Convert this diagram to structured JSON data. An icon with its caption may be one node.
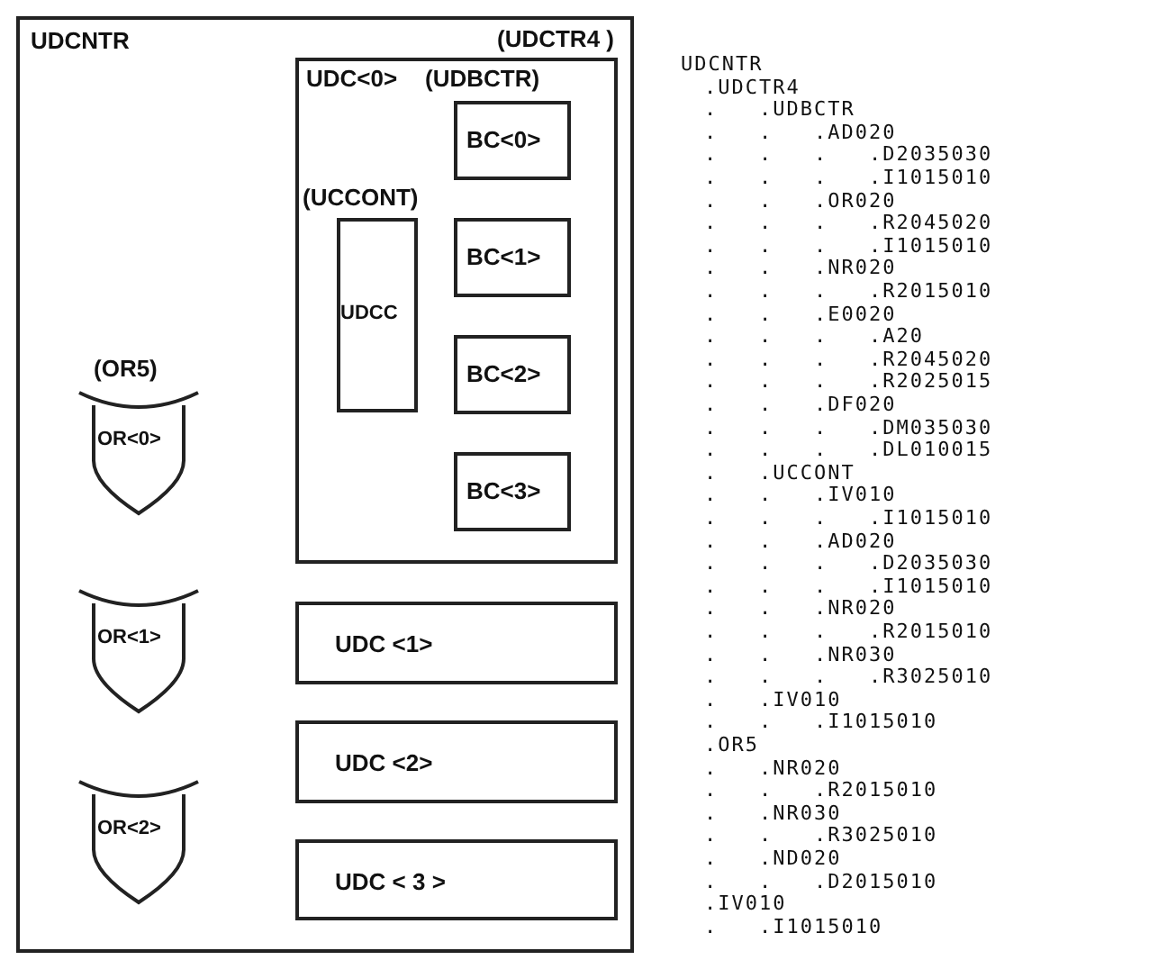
{
  "diagram": {
    "nodes": [
      {
        "text": [
          "UDCNTR"
        ]
      },
      {
        "text": [
          "(UDCTR4 )",
          "UDC<0>",
          "(UDBCTR)"
        ],
        "in": 0
      },
      {
        "text": [
          "BC<0>"
        ],
        "in": 1
      },
      {
        "text": [
          "(UCCONT)",
          "UDCC"
        ],
        "in": 1
      },
      {
        "text": [
          "BC<1>"
        ],
        "in": 1
      },
      {
        "text": [
          "BC<2>"
        ],
        "in": 1
      },
      {
        "text": [
          "BC<3>"
        ],
        "in": 1
      },
      {
        "text": [
          "(OR5)",
          "OR<0>"
        ],
        "in": 0
      },
      {
        "text": [
          "OR<1>"
        ],
        "in": 0
      },
      {
        "text": [
          "UDC <1>"
        ],
        "in": 0
      },
      {
        "text": [
          "UDC <2>"
        ],
        "in": 0
      },
      {
        "text": [
          "OR<2>"
        ],
        "in": 0
      },
      {
        "text": [
          "UDC < 3 >"
        ],
        "in": 0
      }
    ],
    "labels": [
      "UDCNTR",
      ".UDCTR4",
      ". .UDBCTR",
      ". . .AD020",
      ". . . .D2035030",
      ". . . .I1015010",
      ". . .OR020",
      ". . . .R2045020",
      ". . . .I1015010",
      ". . .NR020",
      ". . . .R2015010",
      ". . .E0020",
      ". . . .A20",
      ". . . .R2045020",
      ". . . .R2025015",
      ". . .DF020",
      ". . . .DM035030",
      ". . . .DL010015",
      ". .UCCONT",
      ". . .IV010",
      ". . . .I1015010",
      ". . .AD020",
      ". . . .D2035030",
      ". . . .I1015010",
      ". . .NR020",
      ". . . .R2015010",
      ". . .NR030",
      ". . . .R3025010",
      ". .IV010",
      ". . .I1015010",
      ".OR5",
      ". .NR020",
      ". . .R2015010",
      ". .NR030",
      ". . .R3025010",
      ". .ND020",
      ". . .D2015010",
      ".IV010",
      ". .I1015010"
    ]
  }
}
